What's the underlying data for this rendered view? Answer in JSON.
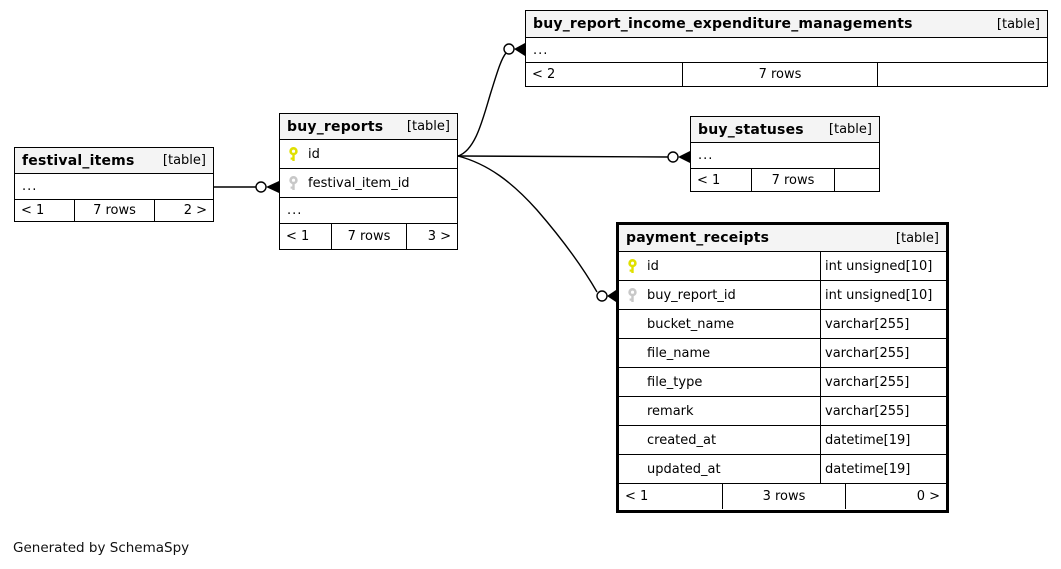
{
  "page": {
    "footer_note": "Generated by SchemaSpy"
  },
  "colors": {
    "primary_key": "#e0e000",
    "foreign_key": "#c8c8c8",
    "header_bg": "#f4f4f4",
    "border": "#000000",
    "background": "#ffffff"
  },
  "tables": {
    "festival_items": {
      "title": "festival_items",
      "badge": "[table]",
      "ellipsis": "...",
      "footer": {
        "left": "< 1",
        "center": "7 rows",
        "right": "2 >"
      }
    },
    "buy_reports": {
      "title": "buy_reports",
      "badge": "[table]",
      "columns": [
        {
          "name": "id",
          "key": "primary"
        },
        {
          "name": "festival_item_id",
          "key": "foreign"
        }
      ],
      "ellipsis": "...",
      "footer": {
        "left": "< 1",
        "center": "7 rows",
        "right": "3 >"
      }
    },
    "buy_report_income_expenditure_managements": {
      "title": "buy_report_income_expenditure_managements",
      "badge": "[table]",
      "ellipsis": "...",
      "footer": {
        "left": "< 2",
        "center": "7 rows",
        "right": ""
      }
    },
    "buy_statuses": {
      "title": "buy_statuses",
      "badge": "[table]",
      "ellipsis": "...",
      "footer": {
        "left": "< 1",
        "center": "7 rows",
        "right": ""
      }
    },
    "payment_receipts": {
      "title": "payment_receipts",
      "badge": "[table]",
      "columns": [
        {
          "name": "id",
          "type": "int unsigned[10]",
          "key": "primary"
        },
        {
          "name": "buy_report_id",
          "type": "int unsigned[10]",
          "key": "foreign"
        },
        {
          "name": "bucket_name",
          "type": "varchar[255]"
        },
        {
          "name": "file_name",
          "type": "varchar[255]"
        },
        {
          "name": "file_type",
          "type": "varchar[255]"
        },
        {
          "name": "remark",
          "type": "varchar[255]"
        },
        {
          "name": "created_at",
          "type": "datetime[19]"
        },
        {
          "name": "updated_at",
          "type": "datetime[19]"
        }
      ],
      "footer": {
        "left": "< 1",
        "center": "3 rows",
        "right": "0 >"
      }
    }
  }
}
